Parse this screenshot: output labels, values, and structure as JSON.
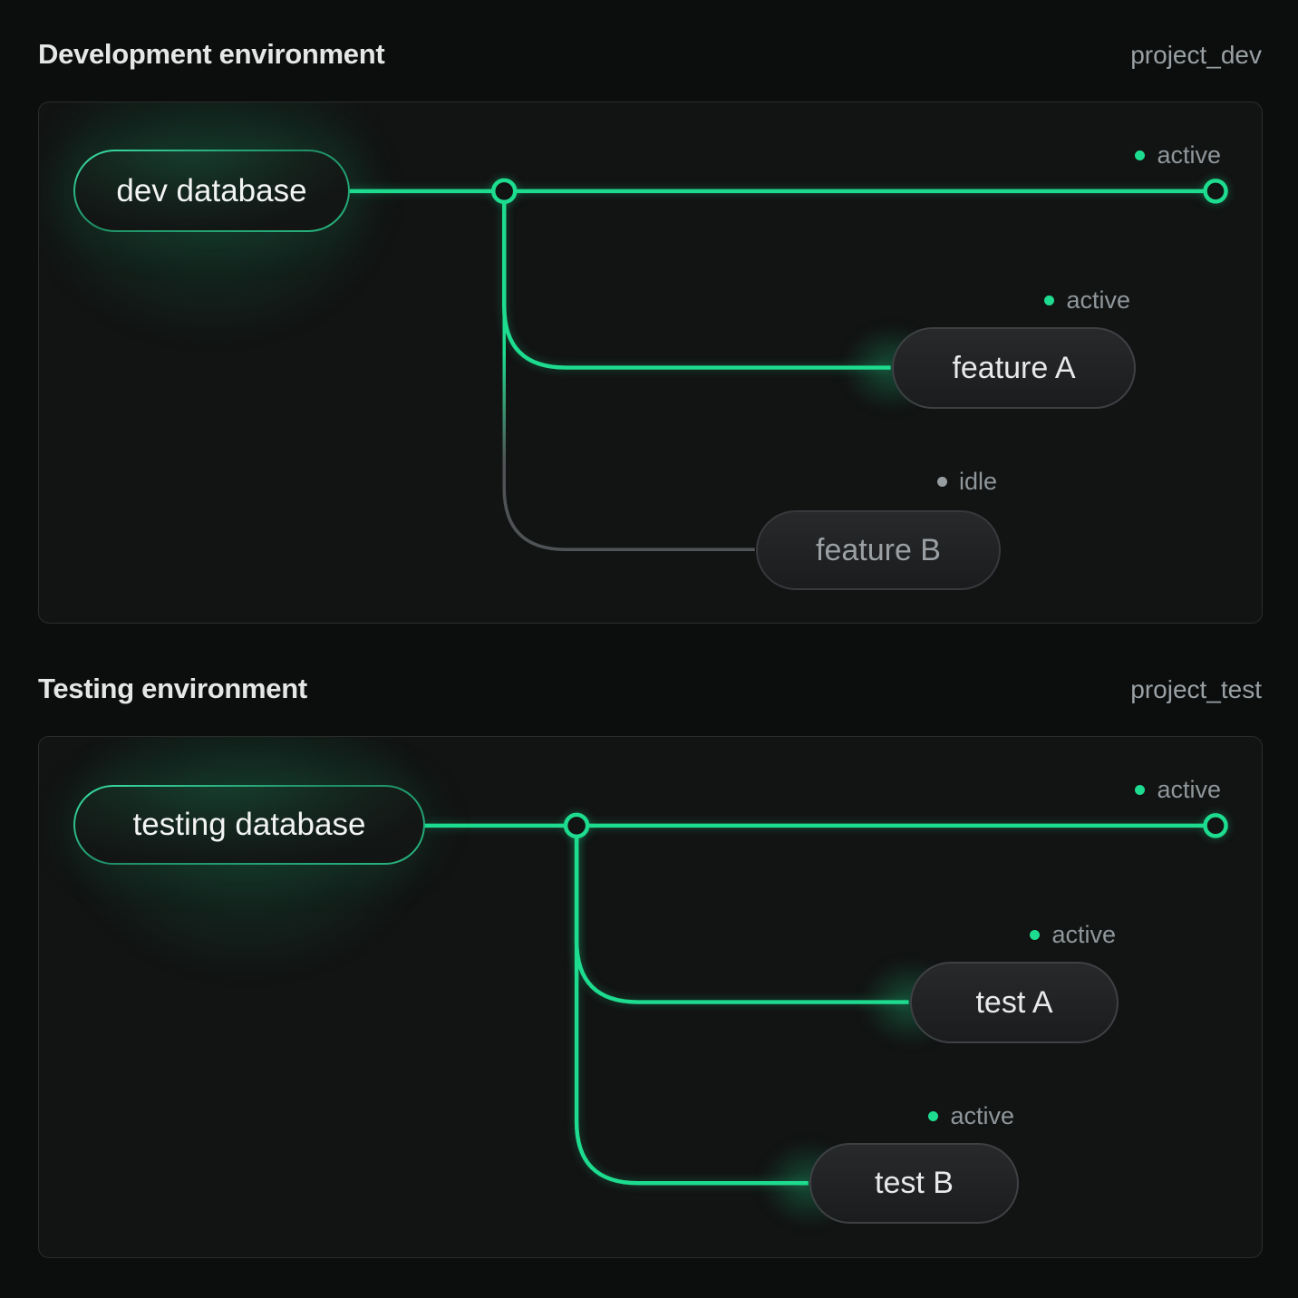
{
  "colors": {
    "background": "#0c0d0d",
    "panel_background": "#121313",
    "panel_border": "#2b2d2d",
    "accent_green": "#1edc8f",
    "idle_line_gray": "#4f5355",
    "text_primary": "#e5e7e7",
    "text_muted": "#99a1a4",
    "status_text": "#8f979b",
    "branch_pill_border": "#3e4144"
  },
  "sections": [
    {
      "title": "Development environment",
      "project": "project_dev",
      "root": {
        "label": "dev database"
      },
      "main_status": {
        "label": "active",
        "state": "active"
      },
      "branches": [
        {
          "label": "feature A",
          "status": "active",
          "state": "active"
        },
        {
          "label": "feature B",
          "status": "idle",
          "state": "idle"
        }
      ]
    },
    {
      "title": "Testing environment",
      "project": "project_test",
      "root": {
        "label": "testing database"
      },
      "main_status": {
        "label": "active",
        "state": "active"
      },
      "branches": [
        {
          "label": "test A",
          "status": "active",
          "state": "active"
        },
        {
          "label": "test B",
          "status": "active",
          "state": "active"
        }
      ]
    }
  ]
}
